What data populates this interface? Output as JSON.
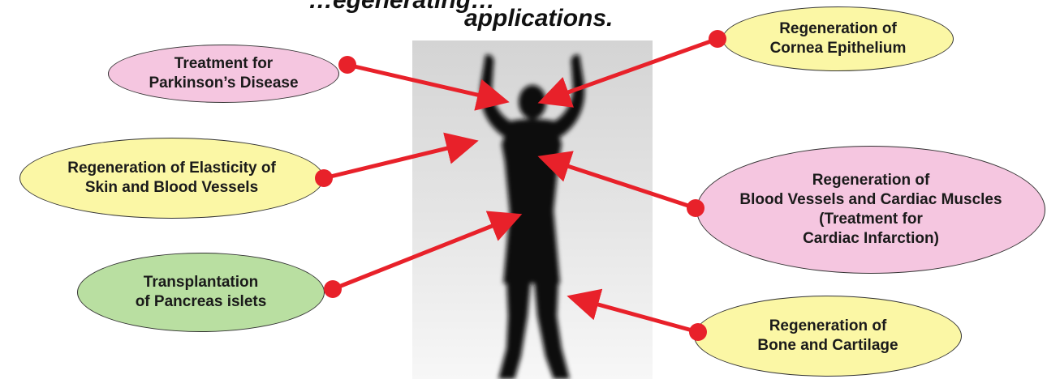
{
  "title": {
    "line1": "…egenerating…",
    "line2": "applications."
  },
  "labels": {
    "parkinson": [
      "Treatment for",
      "Parkinson’s Disease"
    ],
    "elasticity": [
      "Regeneration of Elasticity of",
      "Skin and Blood Vessels"
    ],
    "pancreas": [
      "Transplantation",
      "of Pancreas islets"
    ],
    "cornea": [
      "Regeneration of",
      "Cornea Epithelium"
    ],
    "cardiac": [
      "Regeneration of",
      "Blood Vessels and Cardiac Muscles",
      "(Treatment for",
      "Cardiac Infarction)"
    ],
    "bone": [
      "Regeneration of",
      "Bone and Cartilage"
    ]
  },
  "colors": {
    "pink": "#f5c6e0",
    "yellow": "#fbf7a5",
    "green": "#b9dfa1",
    "arrow": "#e8212a",
    "figure": "#0a0a0a"
  }
}
